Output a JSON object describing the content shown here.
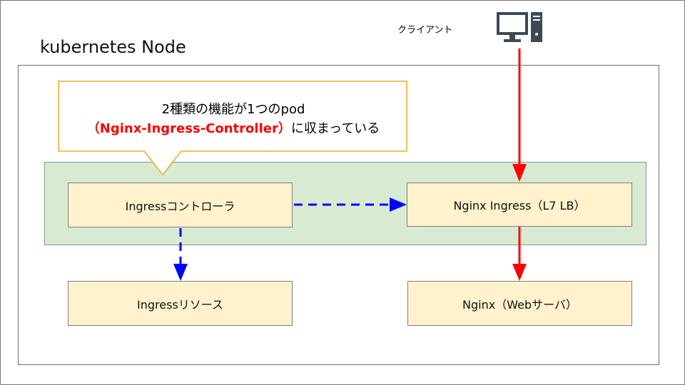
{
  "client": {
    "label": "クライアント",
    "icon": "desktop-computer-icon"
  },
  "node": {
    "title": "kubernetes Node"
  },
  "callout": {
    "line1": "2種類の機能が1つのpod",
    "line2_highlight": "（Nginx-Ingress-Controller）",
    "line2_rest": "に収まっている"
  },
  "components": {
    "ingress_controller": "Ingressコントローラ",
    "nginx_ingress": "Nginx Ingress（L7 LB）",
    "ingress_resource": "Ingressリソース",
    "nginx_web": "Nginx（Webサーバ）"
  },
  "colors": {
    "pod_fill": "#d9ead3",
    "component_fill": "#fff2cc",
    "callout_border": "#f4a62a",
    "request_arrow": "#ff0000",
    "control_arrow": "#0000ff",
    "highlight_text": "#ff0000"
  }
}
